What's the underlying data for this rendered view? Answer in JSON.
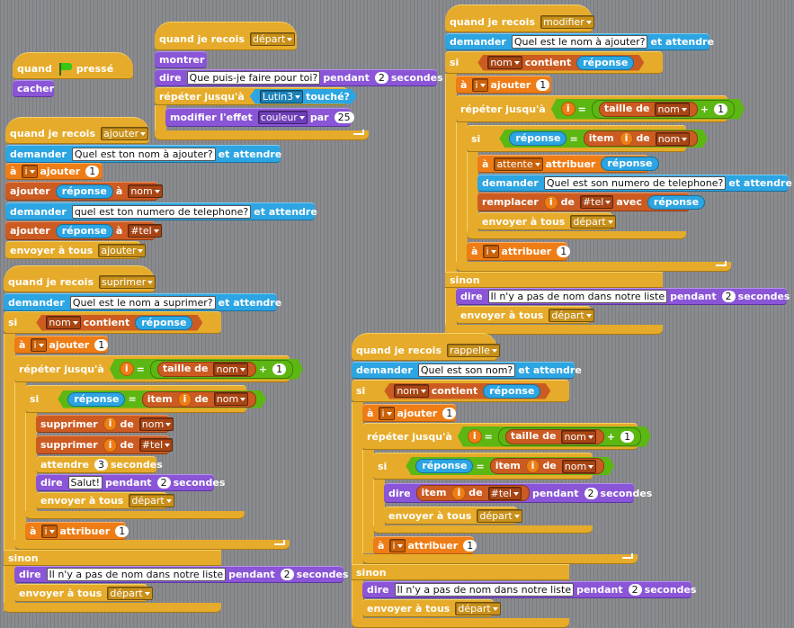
{
  "events": {
    "flag_hat": "quand",
    "flag_hat2": "pressé",
    "hide": "cacher",
    "when_receive": "quand je recois"
  },
  "messages": {
    "depart": "départ",
    "ajouter": "ajouter",
    "suprimer": "suprimer",
    "modifier": "modifier",
    "rappelle": "rappelle"
  },
  "blocks": {
    "montrer": "montrer",
    "dire": "dire",
    "pendant": "pendant",
    "secondes": "secondes",
    "repeat_until": "répéter jusqu'à",
    "touche": "touché?",
    "set_effect": "modifier l'effet",
    "par": "par",
    "demander": "demander",
    "et_attendre": "et attendre",
    "a": "à",
    "ajouter_de": "ajouter",
    "ajouter_list": "ajouter",
    "envoyer_a_tous": "envoyer à tous",
    "reponse": "réponse",
    "si": "si",
    "sinon": "sinon",
    "contient": "contient",
    "taille_de": "taille de",
    "item": "item",
    "de": "de",
    "supprimer": "supprimer",
    "attendre": "attendre",
    "attribuer": "attribuer",
    "remplacer": "remplacer",
    "avec": "avec",
    "plus": "+",
    "equals": "="
  },
  "values": {
    "i": "i",
    "nom": "nom",
    "tel": "#tel",
    "attente": "attente",
    "couleur": "couleur",
    "lutin3": "Lutin3",
    "one": "1",
    "two": "2",
    "three": "3",
    "twentyfive": "25"
  },
  "strings": {
    "help": "Que puis-je faire pour toi?",
    "ask_name_add": "Quel est ton nom à ajouter?",
    "ask_tel": "quel est ton numero de telephone?",
    "ask_name_del": "Quel est le nom a suprimer?",
    "hello": "Salut!",
    "no_name": "Il n'y a pas de nom dans notre liste",
    "ask_name_mod": "Quel est le nom à ajouter?",
    "ask_tel_mod": "Quel est son numero de telephone?",
    "ask_name_rap": "Quel est son nom?"
  },
  "colors": {
    "events": "#e6ab2a",
    "sensing": "#2ca5e2",
    "looks": "#8a55d7",
    "variables": "#ee7d16",
    "lists": "#cc5b22",
    "operators": "#5cb712",
    "background": "#8a8b8f"
  }
}
